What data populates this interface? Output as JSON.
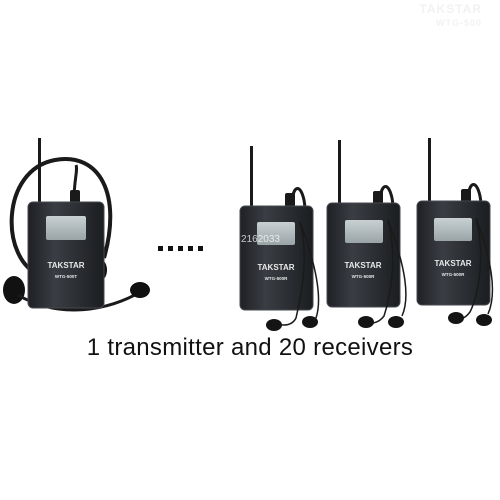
{
  "brand": {
    "line1": "TAKSTAR",
    "line2": "WTG-500"
  },
  "transmitter": {
    "brand": "TAKSTAR",
    "model": "WTG-500T"
  },
  "receivers": [
    {
      "brand": "TAKSTAR",
      "model": "WTG-500R"
    },
    {
      "brand": "TAKSTAR",
      "model": "WTG-500R"
    },
    {
      "brand": "TAKSTAR",
      "model": "WTG-500R"
    }
  ],
  "watermark": "Store No: 2162033",
  "caption": "1 transmitter and 20 receivers",
  "colors": {
    "device_body": "#2a2c30",
    "device_edge": "#45484e",
    "screen": "#b9c2c4",
    "cable": "#1a1a1a"
  }
}
